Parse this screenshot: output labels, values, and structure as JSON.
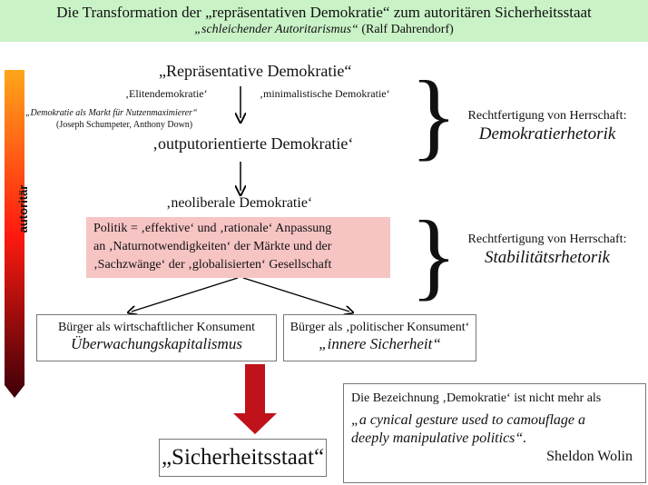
{
  "header": {
    "title": "Die Transformation der „repräsentativen Demokratie“ zum autoritären Sicherheitsstaat",
    "subtitle_italic": "„schleichender Autoritarismus“",
    "subtitle_author": "(Ralf Dahrendorf)"
  },
  "scale": {
    "label": "autoritär",
    "colors": [
      "#ffa61a",
      "#ff1a10",
      "#3d0008"
    ]
  },
  "flow": {
    "repraesentativ": "„Repräsentative Demokratie“",
    "eliten": "‚Elitendemokratie‘",
    "minimalistisch": "‚minimalistische Demokratie‘",
    "markt": "„Demokratie als Markt für Nutzenmaximierer“",
    "authors": "(Joseph Schumpeter, Anthony Down)",
    "output": "‚outputorientierte Demokratie‘",
    "neoliberal": "‚neoliberale Demokratie‘",
    "politik": [
      "Politik = ‚effektive‘ und ‚rationale‘ Anpassung",
      "an ‚Naturnotwendigkeiten‘ der Märkte und der",
      "‚Sachzwänge‘ der ‚globalisierten‘ Gesellschaft"
    ],
    "konsument1": {
      "line": "Bürger als wirtschaftlicher Konsument",
      "italic": "Überwachungskapitalismus"
    },
    "konsument2": {
      "line": "Bürger als ‚politischer Konsument‘",
      "italic": "„innere Sicherheit“"
    },
    "result": "„Sicherheitsstaat“"
  },
  "justifications": [
    {
      "label": "Rechtfertigung von Herrschaft:",
      "term": "Demokratierhetorik"
    },
    {
      "label": "Rechtfertigung von Herrschaft:",
      "term": "Stabilitätsrhetorik"
    }
  ],
  "quote": {
    "intro": "Die Bezeichnung ‚Demokratie‘ ist nicht mehr als",
    "line1": "„a cynical gesture used to camouflage a",
    "line2": "deeply manipulative politics“.",
    "author": "Sheldon Wolin"
  }
}
